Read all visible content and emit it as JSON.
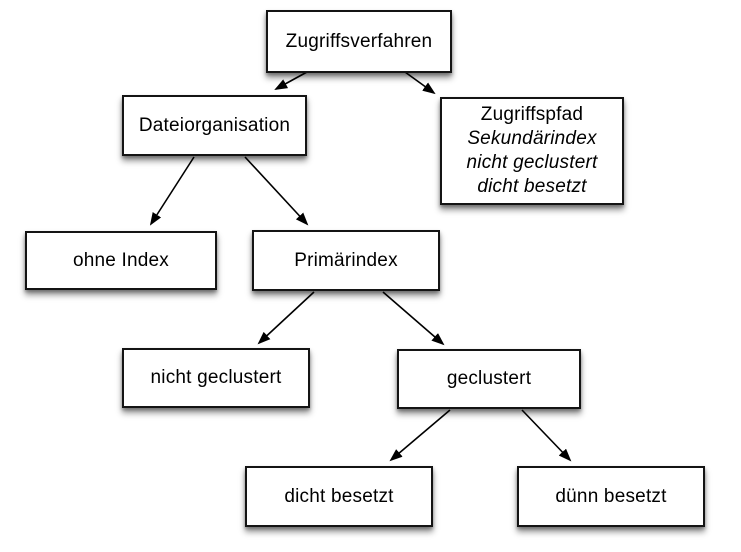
{
  "diagram": {
    "nodes": {
      "zugriffsverfahren": {
        "label": "Zugriffsverfahren"
      },
      "dateiorganisation": {
        "label": "Dateiorganisation"
      },
      "zugriffspfad": {
        "lines": [
          "Zugriffspfad",
          "Sekundärindex",
          "nicht geclustert",
          "dicht besetzt"
        ]
      },
      "ohne_index": {
        "label": "ohne Index"
      },
      "primaerindex": {
        "label": "Primärindex"
      },
      "nicht_geclustert": {
        "label": "nicht geclustert"
      },
      "geclustert": {
        "label": "geclustert"
      },
      "dicht_besetzt": {
        "label": "dicht besetzt"
      },
      "duenn_besetzt": {
        "label": "dünn besetzt"
      }
    },
    "edges": [
      {
        "from": "zugriffsverfahren",
        "to": "dateiorganisation"
      },
      {
        "from": "zugriffsverfahren",
        "to": "zugriffspfad"
      },
      {
        "from": "dateiorganisation",
        "to": "ohne_index"
      },
      {
        "from": "dateiorganisation",
        "to": "primaerindex"
      },
      {
        "from": "primaerindex",
        "to": "nicht_geclustert"
      },
      {
        "from": "primaerindex",
        "to": "geclustert"
      },
      {
        "from": "geclustert",
        "to": "dicht_besetzt"
      },
      {
        "from": "geclustert",
        "to": "duenn_besetzt"
      }
    ],
    "colors": {
      "background": "#ffffff",
      "border": "#141414",
      "text": "#000000",
      "arrow": "#000000"
    }
  }
}
